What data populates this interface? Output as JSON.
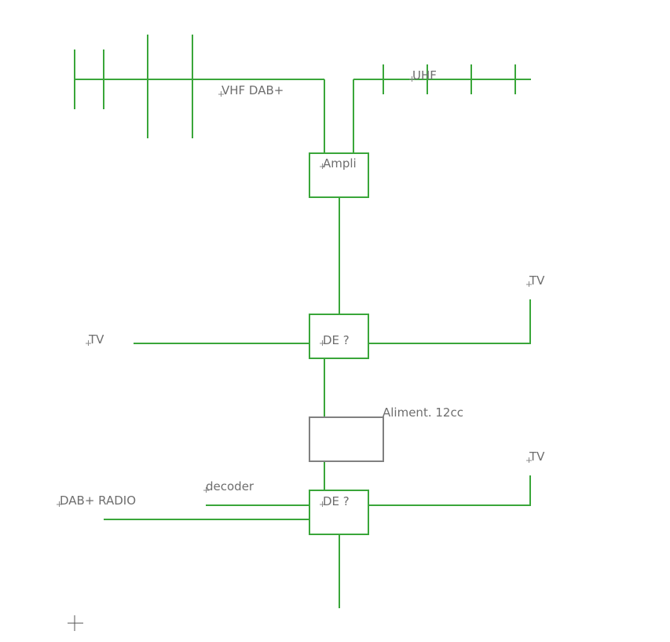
{
  "colors": {
    "wire": "#3aa63a",
    "box_main": "#3aa63a",
    "box_power": "#808080",
    "label": "#6e6e6e",
    "background": "#ffffff"
  },
  "labels": {
    "vhf_antenna": "VHF DAB+",
    "uhf_antenna": "UHF",
    "amplifier": "Ampli",
    "splitter_top": "DE ?",
    "splitter_bottom": "DE ?",
    "power_supply": "Aliment. 12cc",
    "tv_left": "TV",
    "tv_right_top": "TV",
    "tv_right_bottom": "TV",
    "decoder": "decoder",
    "dab_radio": "DAB+ RADIO"
  },
  "icons": {
    "cursor": "crosshair-cursor-icon"
  }
}
